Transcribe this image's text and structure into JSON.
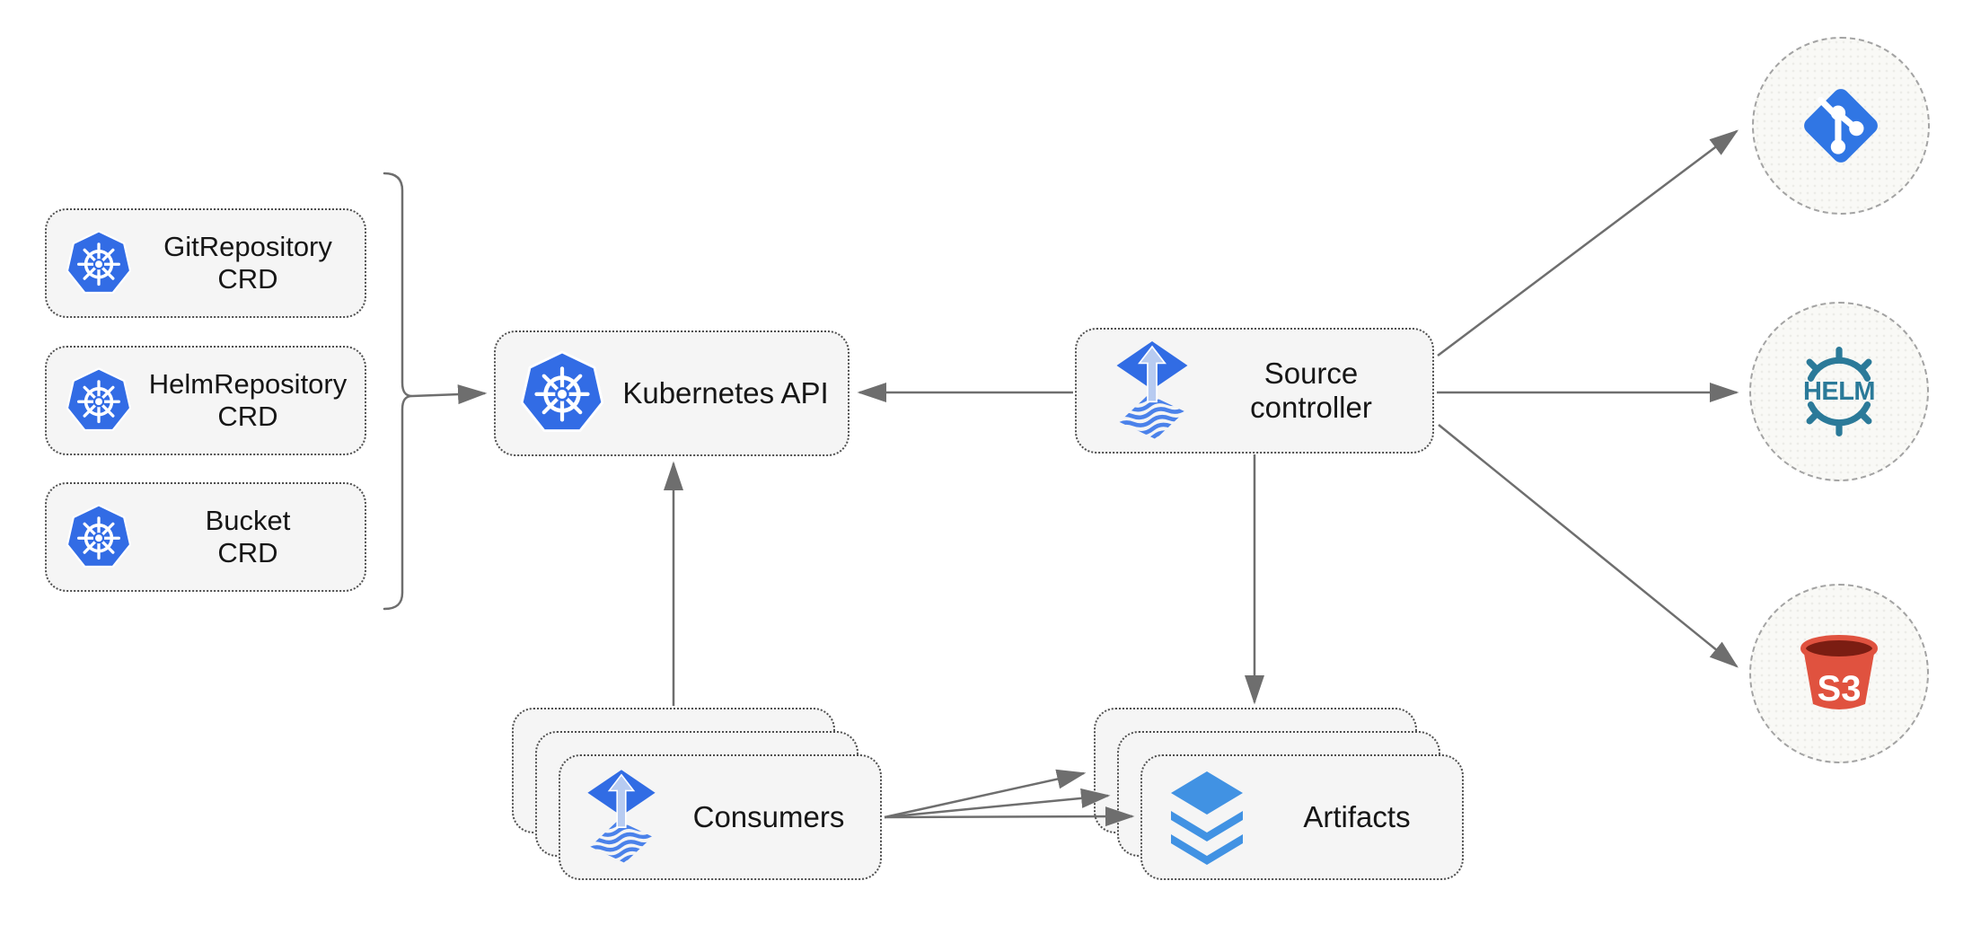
{
  "colors": {
    "node-fill": "#f5f5f5",
    "node-border": "#4f4f4f",
    "circle-fill": "#f9f9f6",
    "circle-border": "#a3a3a3",
    "arrow": "#6e6e6e",
    "text": "#161616",
    "kubernetes-blue": "#326ce5",
    "flux-blue": "#316ce4",
    "flux-arrow-light": "#b7cbf1",
    "flux-wave-blue": "#4b82ea",
    "git-blue": "#3076e4",
    "helm-teal": "#2b7a99",
    "s3-red": "#e0523f",
    "s3-dark": "#7b1d12",
    "layers-blue": "#4192e3"
  },
  "crd_boxes": [
    {
      "icon": "kubernetes-icon",
      "line1": "GitRepository",
      "line2": "CRD"
    },
    {
      "icon": "kubernetes-icon",
      "line1": "HelmRepository",
      "line2": "CRD"
    },
    {
      "icon": "kubernetes-icon",
      "line1": "Bucket",
      "line2": "CRD"
    }
  ],
  "kubernetes_api": {
    "icon": "kubernetes-icon",
    "label": "Kubernetes API"
  },
  "source_controller": {
    "icon": "flux-icon",
    "line1": "Source",
    "line2": "controller"
  },
  "consumers": {
    "icon": "flux-icon",
    "label": "Consumers"
  },
  "artifacts": {
    "icon": "layers-icon",
    "label": "Artifacts"
  },
  "externals": {
    "git": {
      "icon": "git-icon"
    },
    "helm": {
      "icon": "helm-icon",
      "label": "HELM"
    },
    "s3": {
      "icon": "s3-bucket-icon",
      "label": "S3"
    }
  }
}
